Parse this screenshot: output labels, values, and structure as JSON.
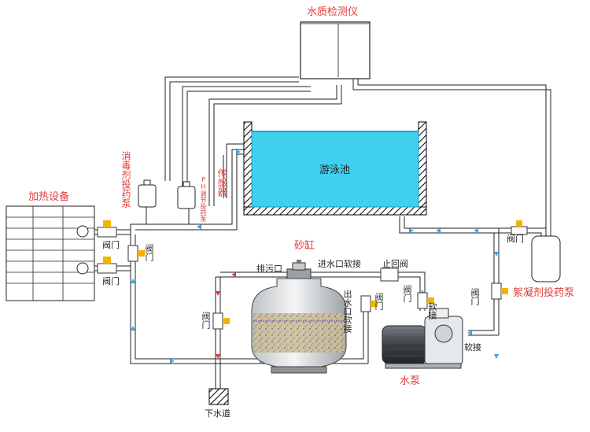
{
  "labels": {
    "monitor": "水质检测仪",
    "pool": "游泳池",
    "heater": "加热设备",
    "sand_filter": "砂缸",
    "pump": "水泵",
    "drain": "下水道",
    "disinfectant_pump": "消毒剂投药泵",
    "ph_pump": "PH调节投药泵",
    "sensor": "传感器",
    "flocculant_pump": "絮凝剂投药泵",
    "waste_outlet": "排污口",
    "inlet_hose": "进水口软接",
    "outlet_hose": "出水口软接",
    "check_valve": "止回阀",
    "valve": "阀门",
    "hose": "软接"
  },
  "colors": {
    "pool_water": "#3fd0f0",
    "label_red": "#e23a3a",
    "flow_arrow": "#36a9e0",
    "valve_yellow": "#f2b400"
  },
  "icons": [
    "flow-arrow-icon",
    "valve-icon"
  ]
}
